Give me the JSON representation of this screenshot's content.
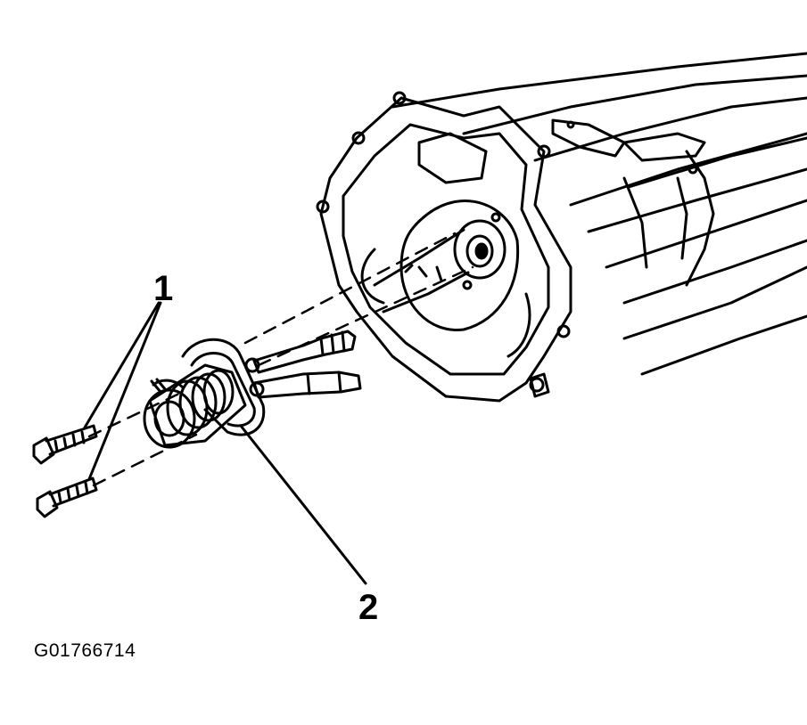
{
  "callouts": {
    "bolts_label": "1",
    "actuator_label": "2"
  },
  "figure_code": "G01766714",
  "colors": {
    "ink": "#000000",
    "paper": "#ffffff"
  }
}
